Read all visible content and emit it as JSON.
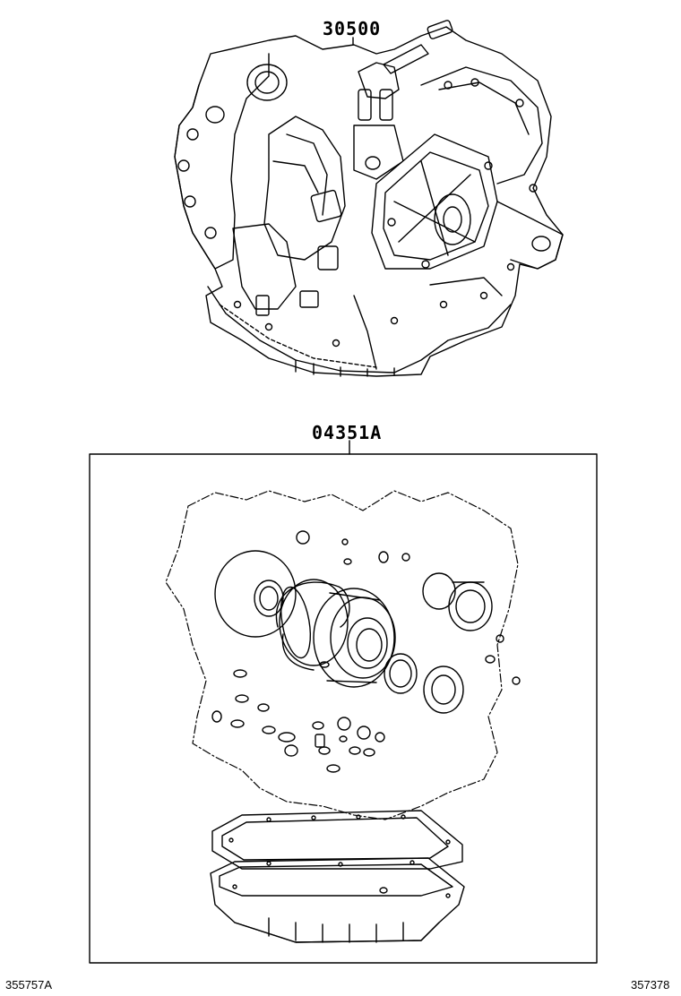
{
  "parts": {
    "transaxle_label": "30500",
    "gasket_kit_label": "04351A"
  },
  "footer": {
    "left_code": "355757A",
    "right_code": "357378"
  }
}
